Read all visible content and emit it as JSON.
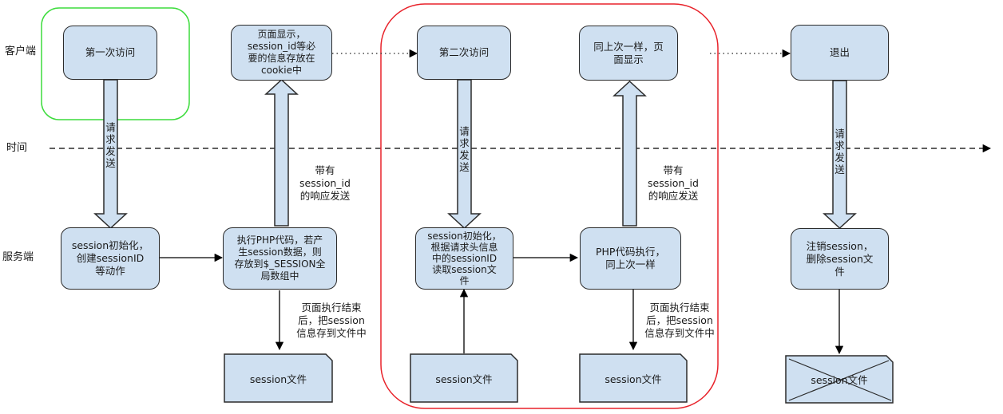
{
  "lanes": {
    "client": "客户端",
    "time": "时间",
    "server": "服务端"
  },
  "client_boxes": [
    {
      "id": "first-visit",
      "text": "第一次访问"
    },
    {
      "id": "page-display",
      "text": "页面显示，\nsession_id等必\n要的信息存放在\ncookie中"
    },
    {
      "id": "second-visit",
      "text": "第二次访问"
    },
    {
      "id": "same-as-last",
      "text": "同上次一样，页\n面显示"
    },
    {
      "id": "logout",
      "text": "退出"
    }
  ],
  "server_boxes": [
    {
      "id": "session-init",
      "text": "session初始化，\n创建sessionID\n等动作"
    },
    {
      "id": "exec-php",
      "text": "执行PHP代码，若产\n生session数据，则\n存放到$_SESSION全\n局数组中"
    },
    {
      "id": "session-init-read",
      "text": "session初始化，\n根据请求头信息\n中的sessionID\n读取session文\n件"
    },
    {
      "id": "php-exec-same",
      "text": "PHP代码执行，\n同上次一样"
    },
    {
      "id": "destroy-session",
      "text": "注销session，\n删除session文\n件"
    }
  ],
  "files": [
    {
      "id": "file-1",
      "text": "session文件",
      "deleted": false
    },
    {
      "id": "file-2",
      "text": "session文件",
      "deleted": false
    },
    {
      "id": "file-3",
      "text": "session文件",
      "deleted": false
    },
    {
      "id": "file-4",
      "text": "session文件",
      "deleted": true
    }
  ],
  "arrow_labels": {
    "request_send": "请求发送",
    "response_send": "带有\nsession_id\n的响应发送",
    "write_file": "页面执行结束\n后，把session\n信息存到文件中"
  },
  "colors": {
    "box_fill": "#cfe0f1",
    "stroke": "#2b2b2b",
    "first_visit_highlight": "#3ddc3d",
    "second_visit_highlight": "#e8222a"
  }
}
